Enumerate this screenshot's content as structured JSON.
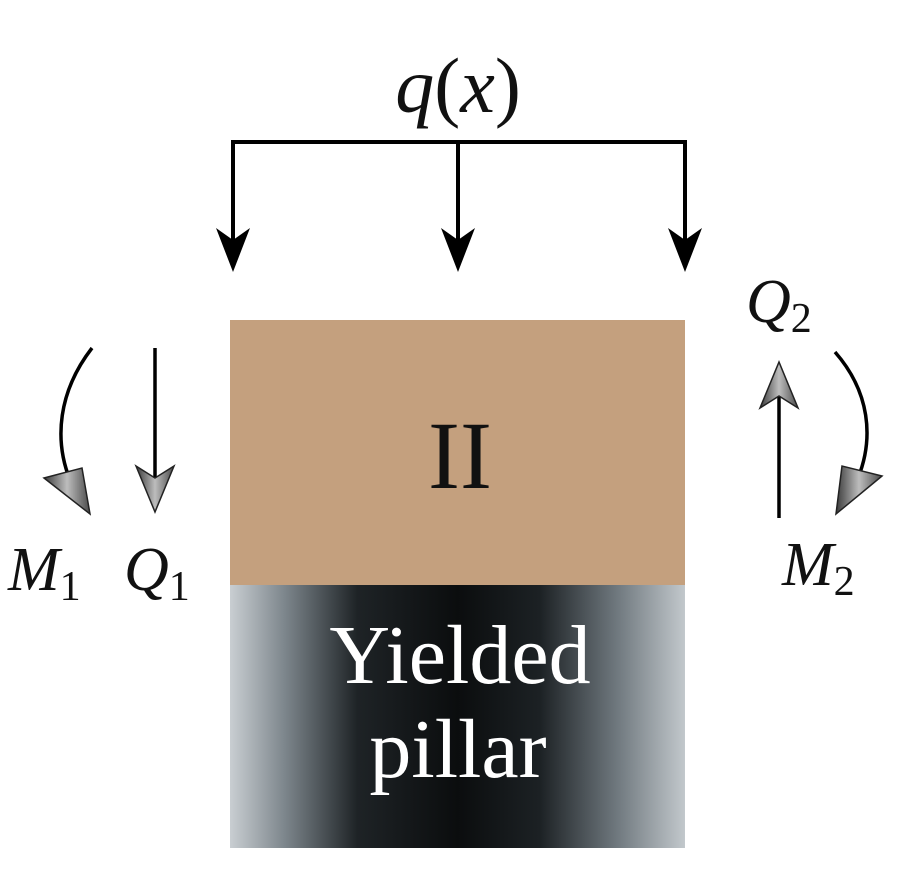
{
  "load": {
    "symbol": "q",
    "open_paren": "(",
    "variable": "x",
    "close_paren": ")"
  },
  "block": {
    "label": "II",
    "color": "#c4a07e"
  },
  "pillar": {
    "line1": "Yielded",
    "line2": "pillar",
    "color_dark": "#0d0f10",
    "color_light": "#c9ced2"
  },
  "left_forces": {
    "moment_symbol": "M",
    "moment_subscript": "1",
    "shear_symbol": "Q",
    "shear_subscript": "1"
  },
  "right_forces": {
    "shear_symbol": "Q",
    "shear_subscript": "2",
    "moment_symbol": "M",
    "moment_subscript": "2"
  }
}
